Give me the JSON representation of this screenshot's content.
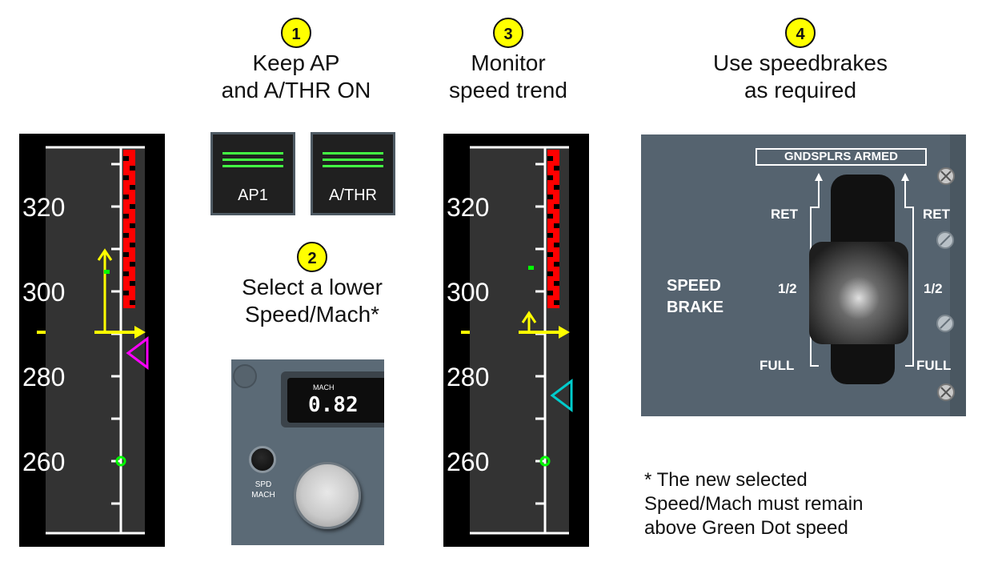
{
  "steps": [
    {
      "number": "1",
      "lines": [
        "Keep AP",
        "and A/THR ON"
      ]
    },
    {
      "number": "2",
      "lines": [
        "Select a lower",
        "Speed/Mach*"
      ]
    },
    {
      "number": "3",
      "lines": [
        "Monitor",
        "speed trend"
      ]
    },
    {
      "number": "4",
      "lines": [
        "Use speedbrakes",
        "as required"
      ]
    }
  ],
  "pushbuttons": {
    "ap1": "AP1",
    "athr": "A/THR"
  },
  "fcu": {
    "mach_label": "MACH",
    "mach_value": "0.82",
    "spd_mach_lines": [
      "SPD",
      "MACH"
    ]
  },
  "tape_left": {
    "tick_labels": [
      "320",
      "300",
      "280",
      "260"
    ],
    "current_speed_marker": "yellow-reference-line",
    "selected_speed_marker": "magenta-triangle",
    "colors": {
      "overspeed": "#ff0000",
      "trend": "#ffff00",
      "selected": "#ff00ff",
      "green_dot": "#00ff00"
    }
  },
  "tape_right": {
    "tick_labels": [
      "320",
      "300",
      "280",
      "260"
    ],
    "selected_speed_marker": "cyan-triangle",
    "colors": {
      "overspeed": "#ff0000",
      "trend": "#ffff00",
      "selected": "#00cccc",
      "green_dot": "#00ff00"
    }
  },
  "speedbrake": {
    "armed_label": "GNDSPLRS ARMED",
    "ret_left": "RET",
    "ret_right": "RET",
    "half_left": "1/2",
    "half_right": "1/2",
    "full_left": "FULL",
    "full_right": "FULL",
    "title_lines": [
      "SPEED",
      "BRAKE"
    ]
  },
  "footnote": [
    "* The new selected",
    "Speed/Mach must remain",
    "above Green Dot speed"
  ]
}
